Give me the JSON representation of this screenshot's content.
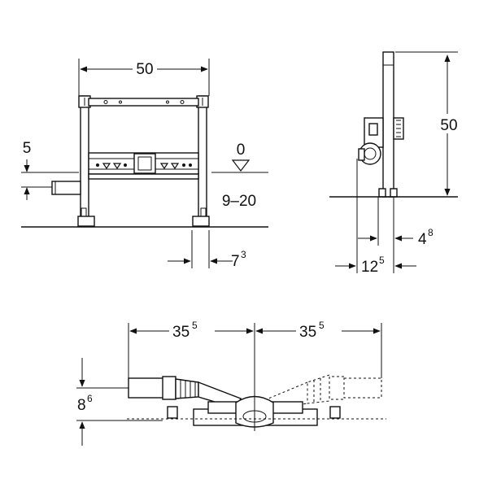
{
  "front_view": {
    "width": "50",
    "offset_top": "5",
    "floor_level": "0",
    "adjust_range": "9–20",
    "leg_offset": "7",
    "leg_offset_sup": "3"
  },
  "side_view": {
    "height": "50",
    "leg_depth": "4",
    "leg_depth_sup": "8",
    "base_depth": "12",
    "base_depth_sup": "5"
  },
  "bottom_view": {
    "left_span": "35",
    "left_span_sup": "5",
    "right_span": "35",
    "right_span_sup": "5",
    "height": "8",
    "height_sup": "6"
  }
}
